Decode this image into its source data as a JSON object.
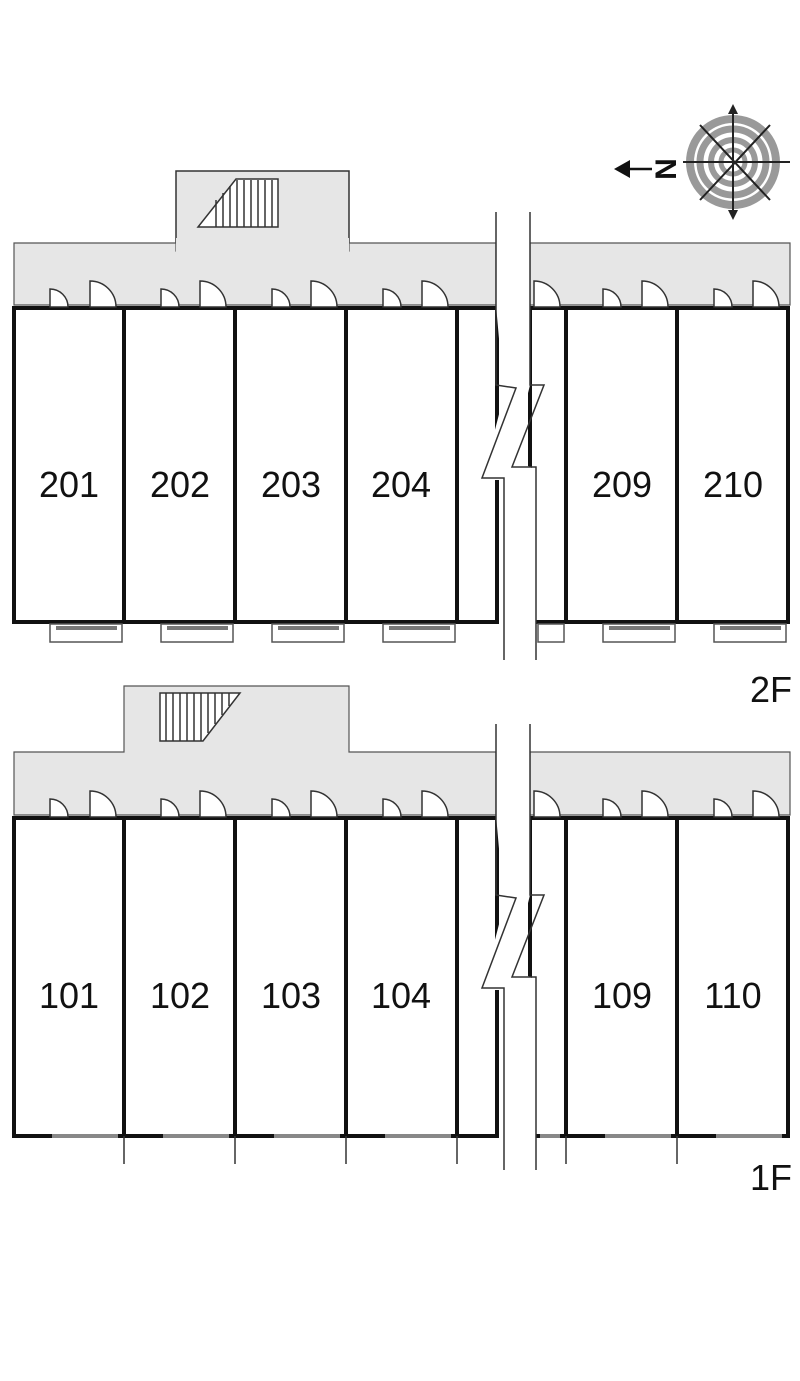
{
  "floors": [
    {
      "label": "2F",
      "units": [
        "201",
        "202",
        "203",
        "204",
        "209",
        "210"
      ]
    },
    {
      "label": "1F",
      "units": [
        "101",
        "102",
        "103",
        "104",
        "109",
        "110"
      ]
    }
  ],
  "compass": {
    "north_letter": "N",
    "icon": "compass-rose-icon"
  },
  "colors": {
    "corridor": "#e6e6e6",
    "wall": "#111111",
    "background": "#ffffff",
    "balcony": "#888888"
  }
}
